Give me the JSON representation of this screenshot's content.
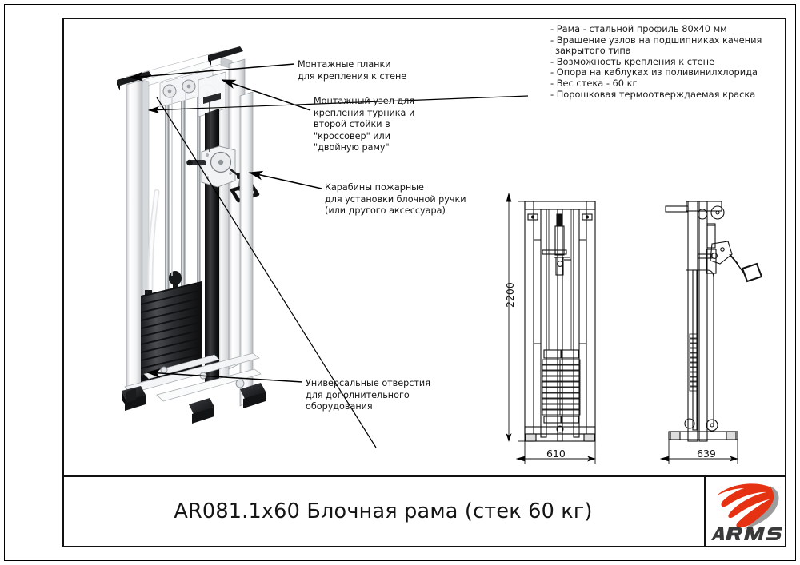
{
  "document": {
    "title": "AR081.1x60 Блочная рама (стек 60 кг)",
    "brand": "ARMS",
    "brand_colors": {
      "red": "#E53212",
      "gray": "#9C9C9C",
      "text": "#3A3A3A"
    }
  },
  "specifications": {
    "lines": [
      "- Рама - стальной профиль 80х40 мм",
      "- Вращение узлов на подшипниках качения",
      "закрытого типа",
      "- Возможность крепления к стене",
      "- Опора на каблуках из поливинилхлорида",
      "- Вес стека - 60 кг",
      "- Порошковая термоотверждаемая краска"
    ]
  },
  "callouts": {
    "mount_plates": {
      "lines": [
        "Монтажные планки",
        "для крепления к стене"
      ]
    },
    "mount_node": {
      "lines": [
        "Монтажный узел для",
        "крепления турника и",
        "второй стойки в",
        "\"кроссовер\" или",
        "\"двойную раму\""
      ]
    },
    "carabiners": {
      "lines": [
        "Карабины пожарные",
        "для установки блочной ручки",
        "(или другого аксессуара)"
      ]
    },
    "universal_holes": {
      "lines": [
        "Универсальные отверстия",
        "для дополнительного",
        "оборудования"
      ]
    }
  },
  "dimensions": {
    "height": "2200",
    "front_width": "610",
    "side_width": "639",
    "units": "mm"
  },
  "views": {
    "perspective_label": "perspective-render",
    "front_label": "front-elevation",
    "side_label": "side-elevation"
  }
}
